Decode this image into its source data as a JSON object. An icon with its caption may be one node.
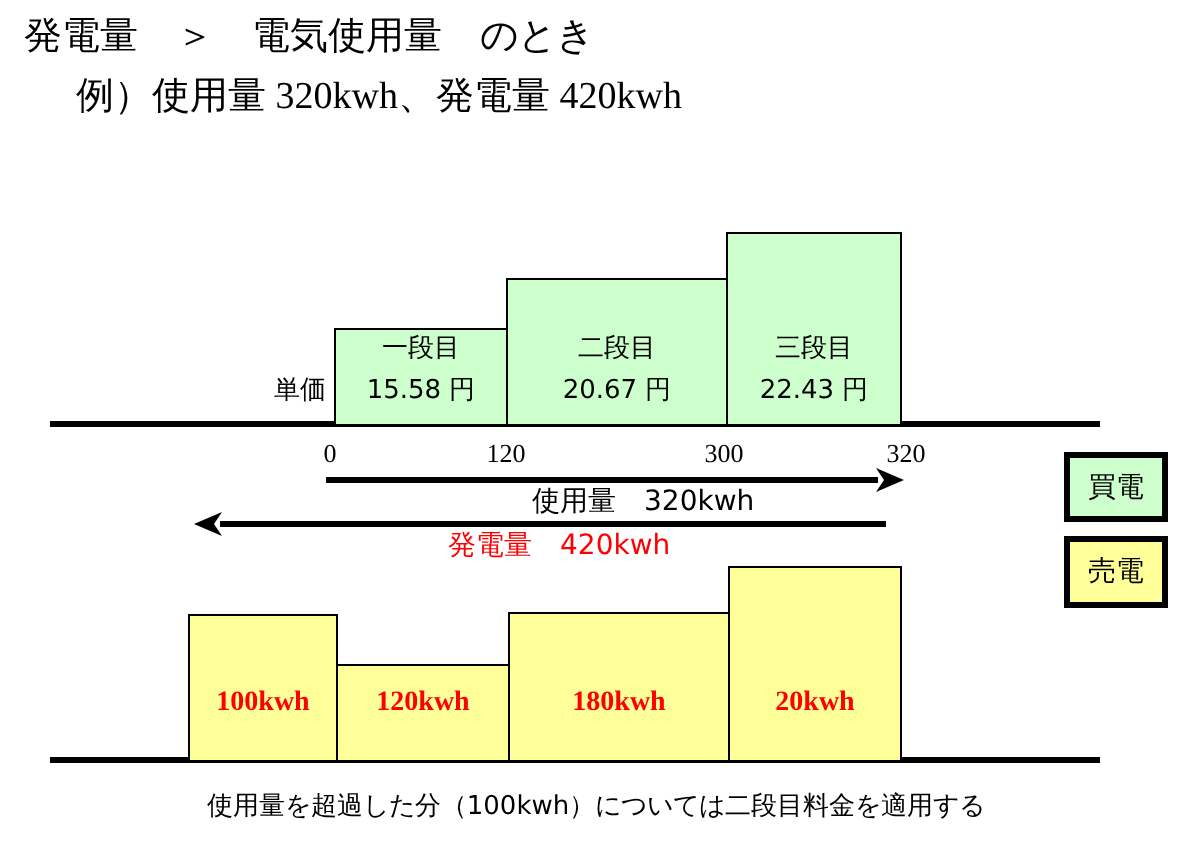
{
  "diagram": {
    "title": "発電量　＞　電気使用量　のとき",
    "caption": "使用量を超過した分（100kwh）については二段目料金を適用する",
    "nodes": [
      {
        "text": [
          "一段目",
          "15.58 円"
        ]
      },
      {
        "text": [
          "二段目",
          "20.67 円"
        ]
      },
      {
        "text": [
          "三段目",
          "22.43 円"
        ]
      },
      {
        "text": [
          "100kwh"
        ]
      },
      {
        "text": [
          "120kwh"
        ]
      },
      {
        "text": [
          "180kwh"
        ]
      },
      {
        "text": [
          "20kwh"
        ]
      }
    ],
    "labels": [
      "例）使用量 320kwh、発電量 420kwh",
      "単価",
      "0",
      "120",
      "300",
      "320",
      "使用量　320kwh",
      "発電量　420kwh"
    ],
    "legend": [
      {
        "text": "買電",
        "color": "#ccffcc"
      },
      {
        "text": "売電",
        "color": "#ffff99"
      }
    ]
  }
}
